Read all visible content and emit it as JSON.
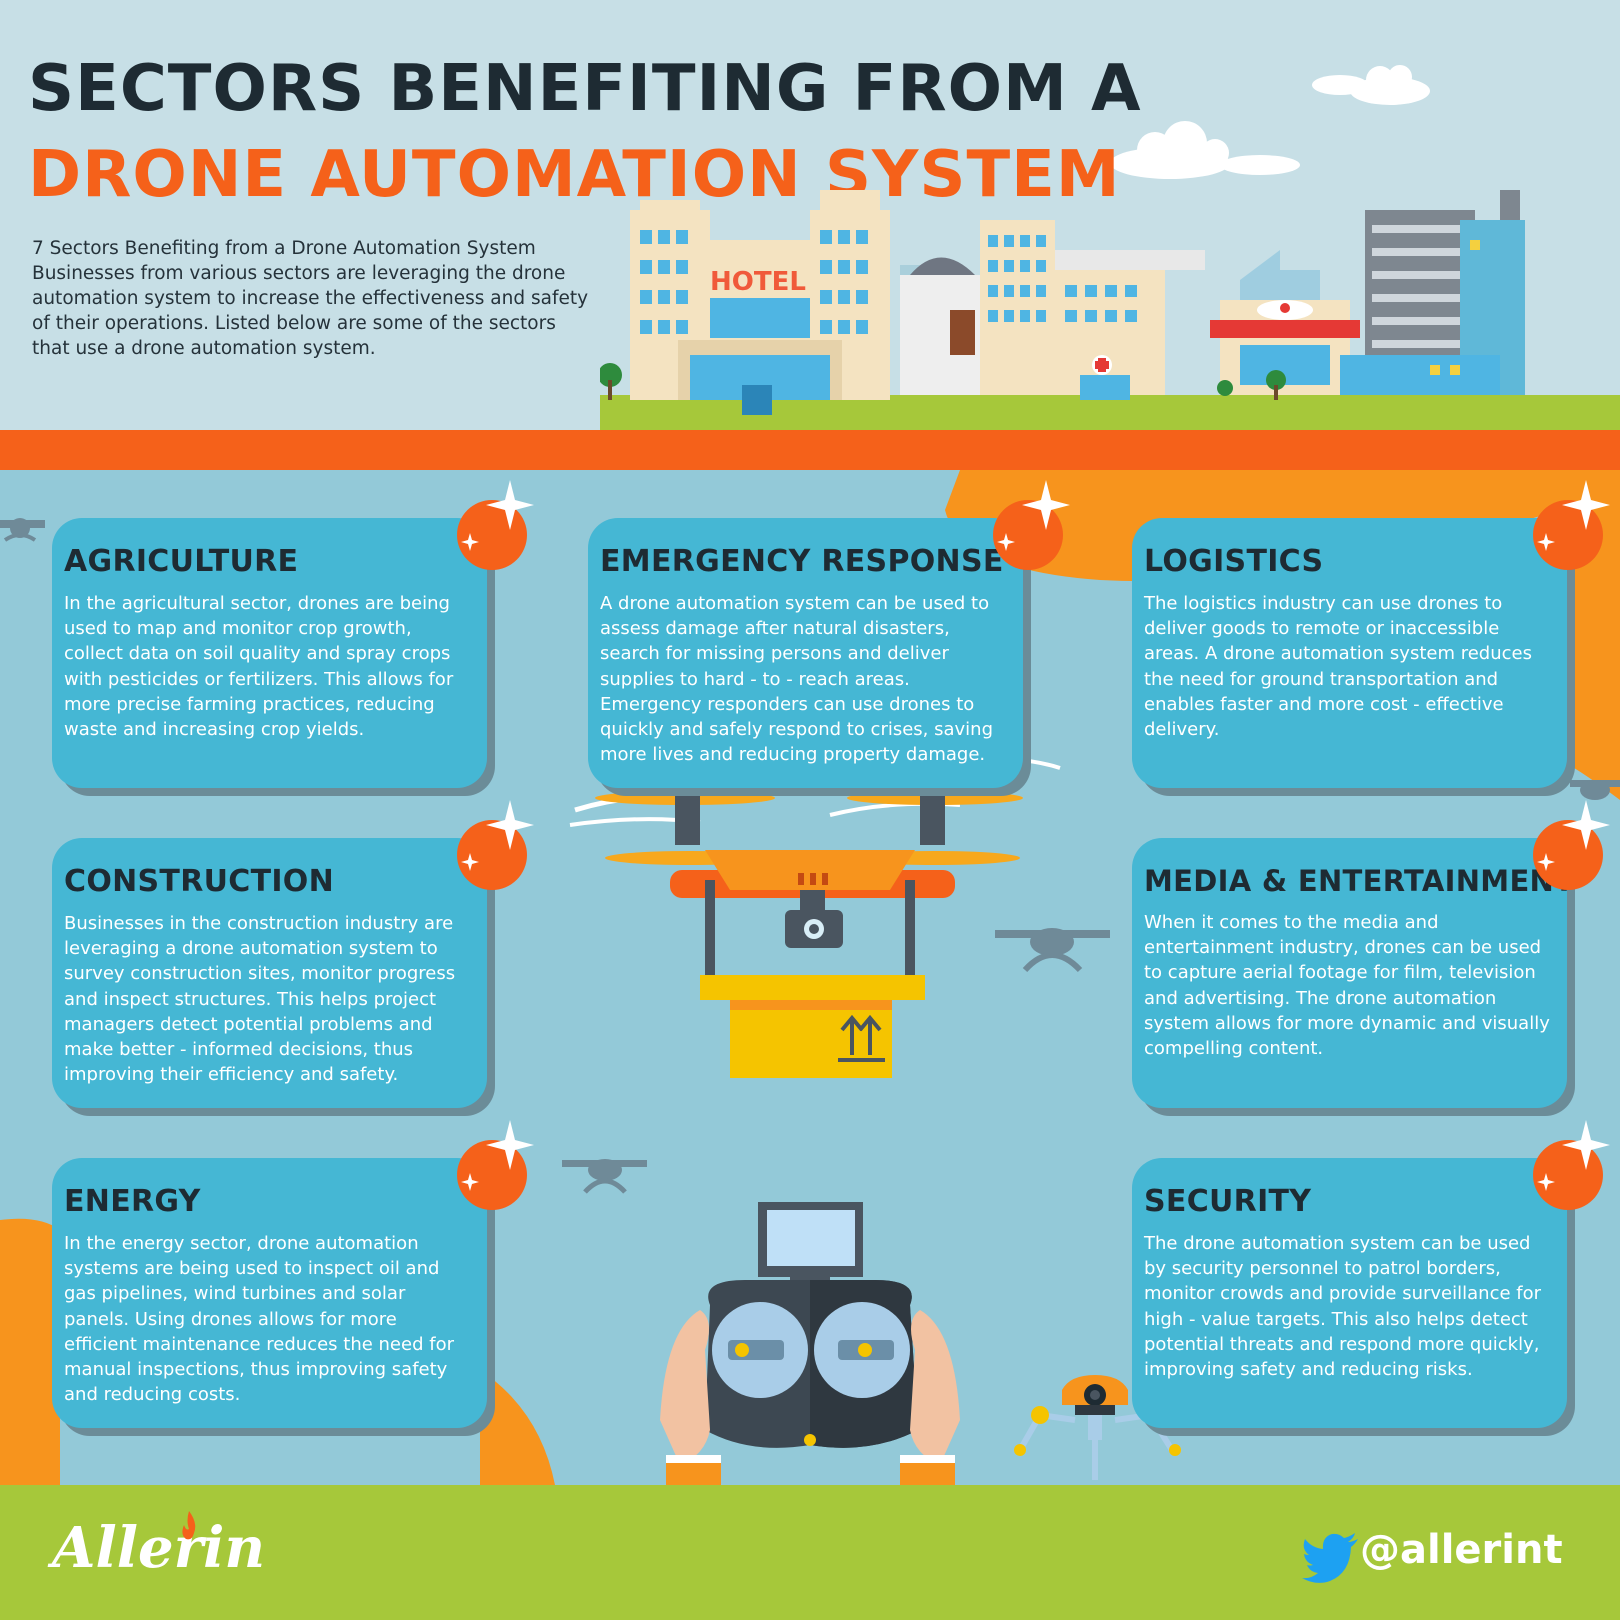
{
  "header": {
    "title_line1": "SECTORS BENEFITING FROM A",
    "title_line2": "DRONE AUTOMATION SYSTEM",
    "intro": "7 Sectors Benefiting from a Drone Automation System Businesses from various sectors are leveraging the drone automation system to increase the effectiveness and safety of their operations. Listed below are some of the sectors that use a drone automation system.",
    "hotel_sign": "HOTEL"
  },
  "sectors": [
    {
      "title": "AGRICULTURE",
      "text": "In the agricultural sector, drones are being used to map and monitor crop growth, collect data on soil quality and spray crops with pesticides or fertilizers. This allows for more precise farming practices, reducing waste and increasing crop yields."
    },
    {
      "title": "EMERGENCY RESPONSE",
      "text": "A drone automation system can be used to assess damage after natural disasters, search for missing persons and deliver supplies to hard - to - reach areas. Emergency responders can use drones to quickly and safely respond to crises, saving more lives and reducing property damage."
    },
    {
      "title": "LOGISTICS",
      "text": "The logistics industry can use drones to deliver goods to remote or inaccessible areas. A drone automation system reduces the need for ground transportation and enables faster and more cost - effective delivery."
    },
    {
      "title": "CONSTRUCTION",
      "text": "Businesses in the construction industry are leveraging a drone automation system to survey construction sites, monitor progress and inspect structures. This helps project managers detect potential problems and make better - informed decisions, thus improving their efficiency and safety."
    },
    {
      "title": "MEDIA & ENTERTAINMENT",
      "text": "When it comes to the media and entertainment industry, drones can be used to capture aerial footage for film, television and advertising. The drone automation system allows for more dynamic and visually compelling content."
    },
    {
      "title": "ENERGY",
      "text": "In the energy sector, drone automation systems are being used to inspect oil and gas pipelines, wind turbines and solar panels. Using drones allows for more efficient maintenance reduces the need for manual inspections, thus improving safety and reducing costs."
    },
    {
      "title": "SECURITY",
      "text": "The drone automation system can be used by security personnel to patrol borders, monitor crowds and provide surveillance for high - value targets. This also helps detect potential threats and respond more quickly, improving safety and reducing risks."
    }
  ],
  "footer": {
    "brand": "Allerin",
    "handle": "@allerint"
  },
  "colors": {
    "navy": "#1e2b33",
    "orange": "#f5611a",
    "amber": "#f7941d",
    "card": "#45b7d4",
    "sky": "#c7dfe6",
    "panel": "#93c9d8",
    "grass": "#a6c83a"
  },
  "icons": [
    "sparkle-badge-icon",
    "quadcopter-icon",
    "delivery-drone-icon",
    "remote-controller-icon",
    "robot-icon",
    "twitter-bird-icon",
    "flame-icon",
    "cloud-icon"
  ]
}
